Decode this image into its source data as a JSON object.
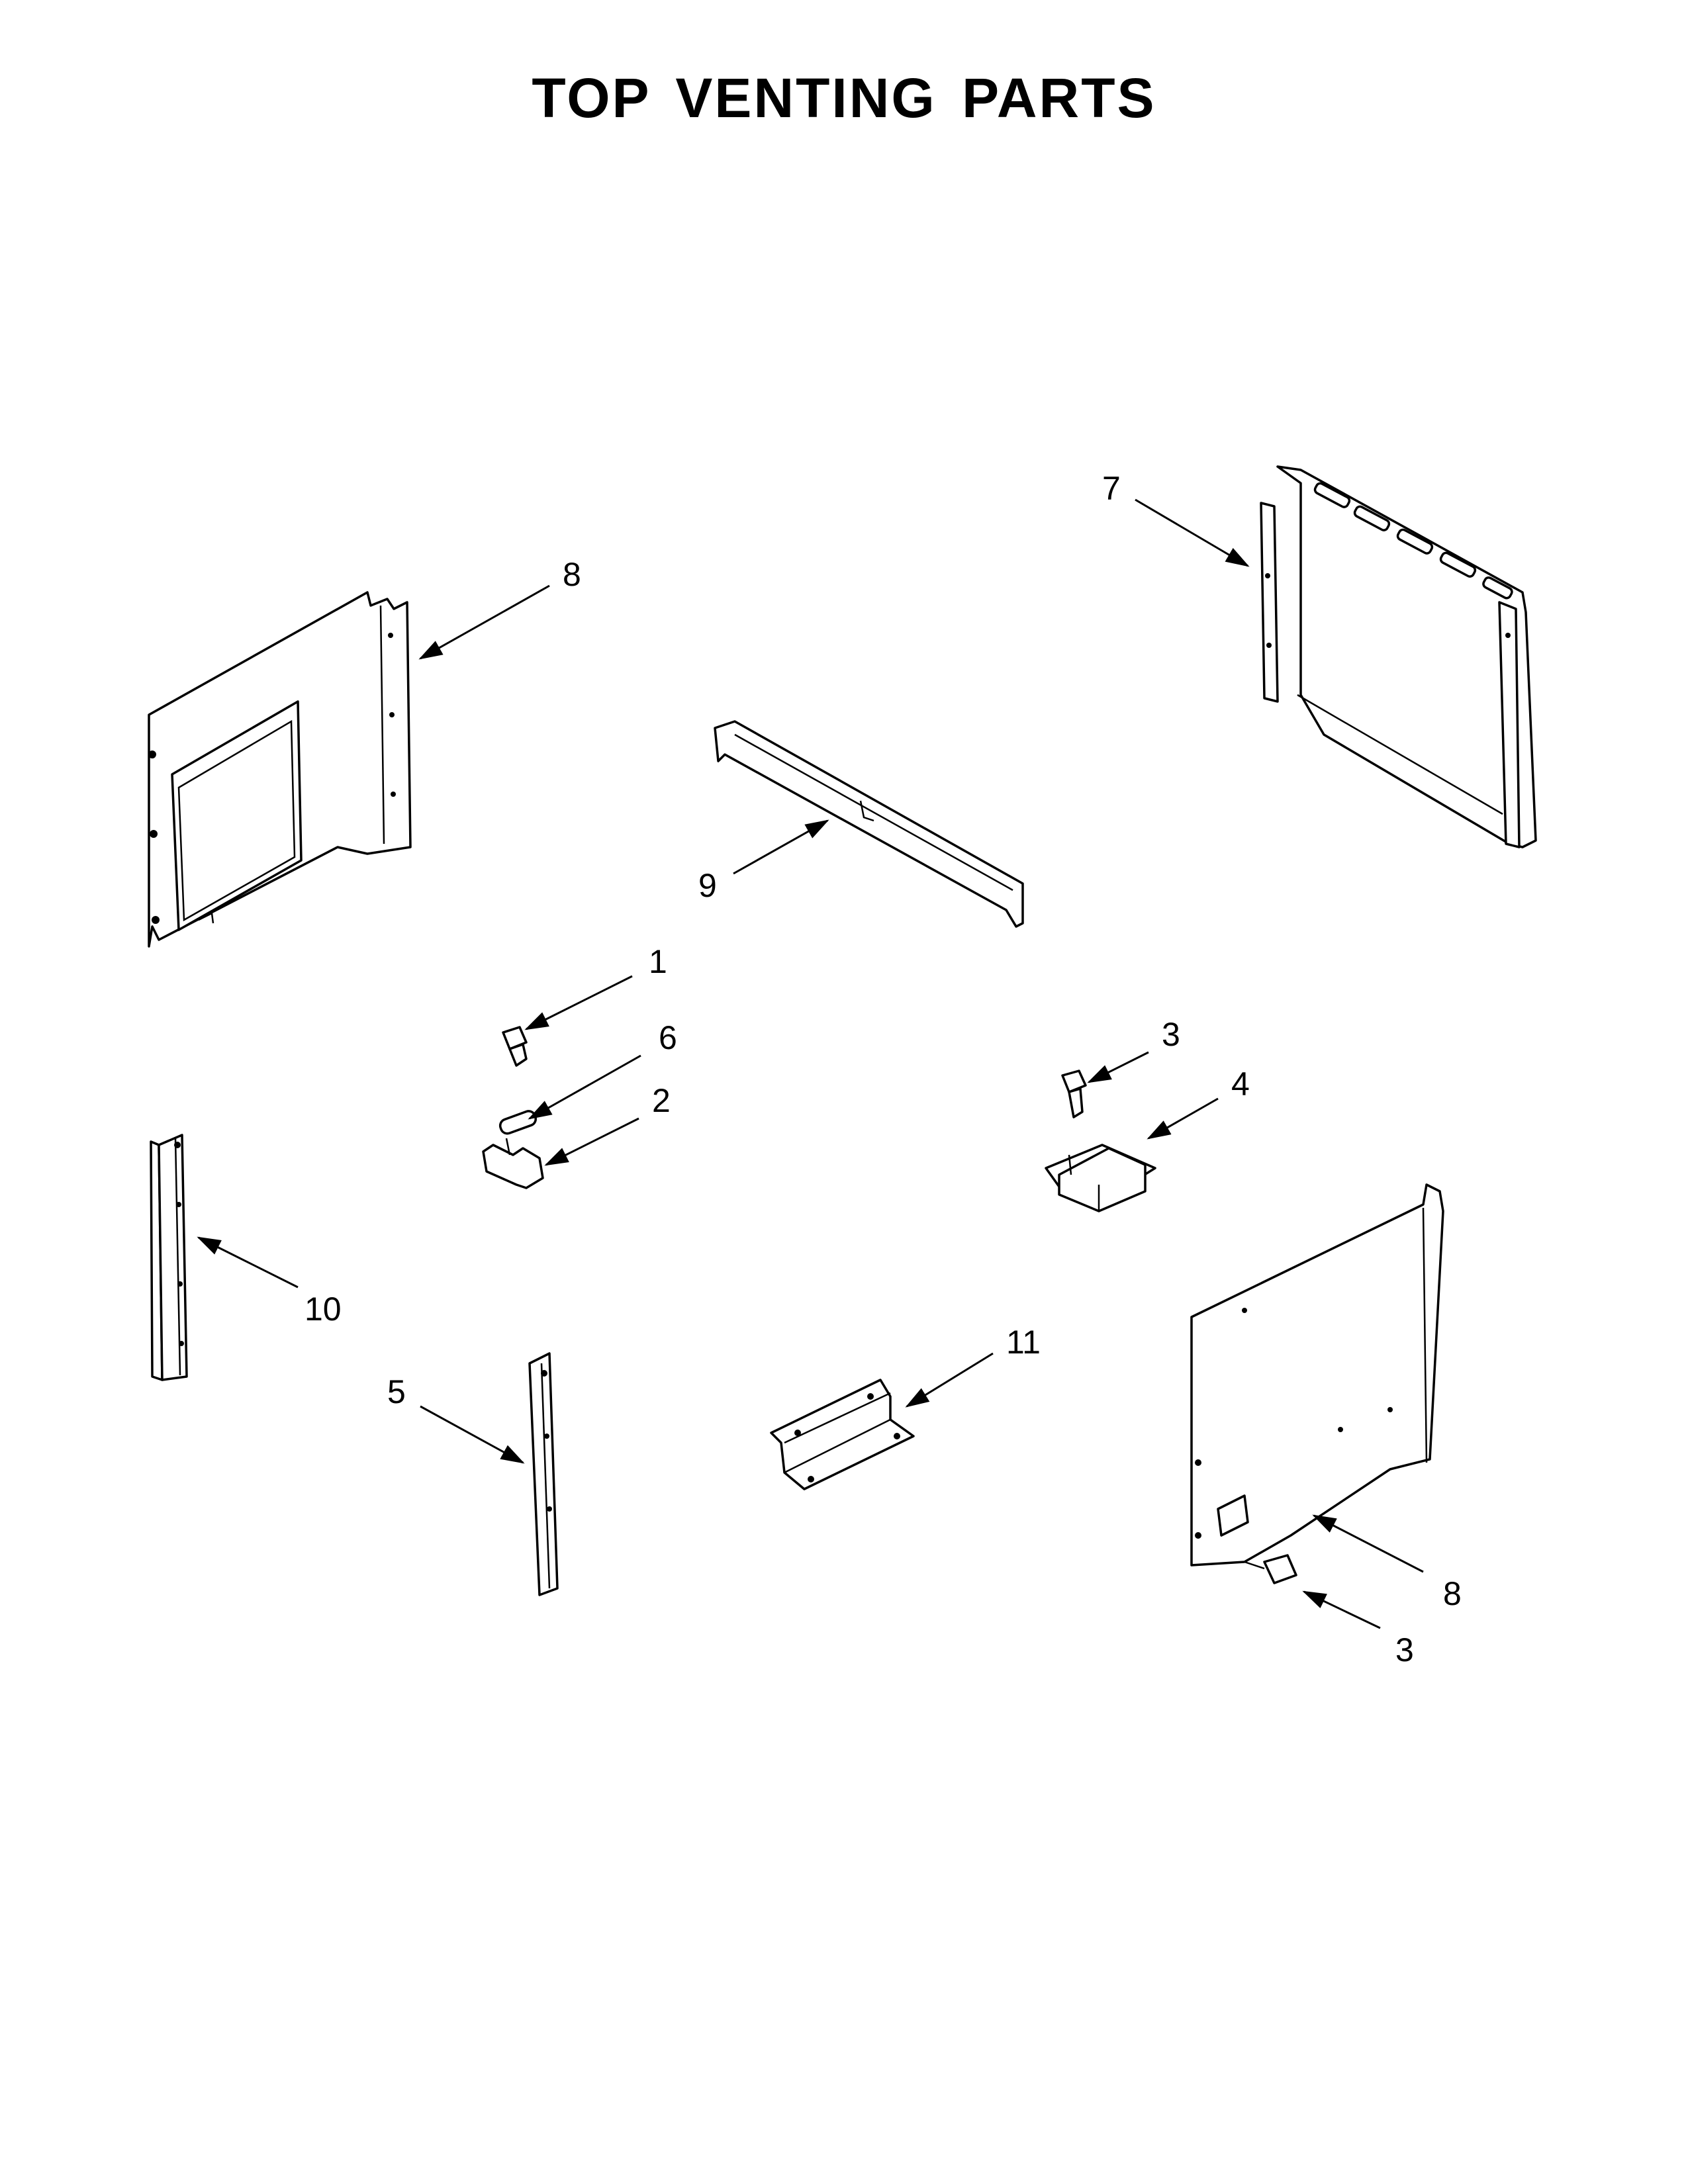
{
  "title": "TOP VENTING PARTS",
  "callouts": [
    "8",
    "7",
    "9",
    "1",
    "6",
    "2",
    "3",
    "4",
    "10",
    "5",
    "11",
    "8",
    "3"
  ],
  "colors": {
    "ink": "#000000",
    "paper": "#ffffff"
  }
}
